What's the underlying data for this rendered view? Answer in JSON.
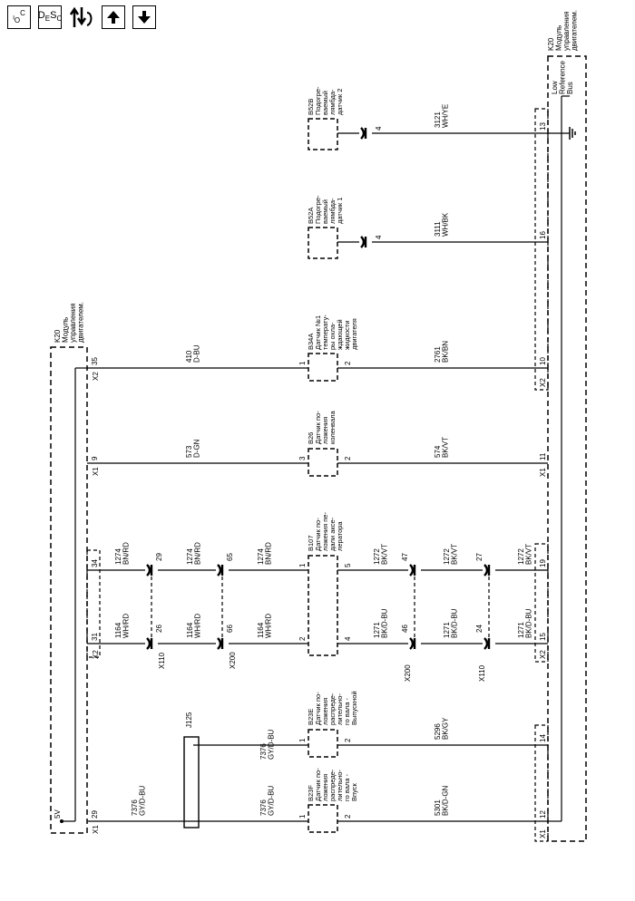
{
  "toolbar": {
    "loc_label": "LOC",
    "desc_label": "DESC",
    "icons": [
      "location-icon",
      "description-icon",
      "swap-arrows-icon",
      "up-arrow-icon",
      "down-arrow-icon"
    ]
  },
  "modules": {
    "left": {
      "id": "K20",
      "name": [
        "Модуль",
        "управления",
        "двигателем."
      ],
      "supply": "5V"
    },
    "right": {
      "id": "K20",
      "name": [
        "Модуль",
        "управления",
        "двигателем."
      ],
      "ground_label": [
        "Low",
        "Reference",
        "Bus"
      ]
    }
  },
  "connectors": {
    "x1": "X1",
    "x2": "X2",
    "x110": "X110",
    "x200": "X200",
    "j125": "J125"
  },
  "left_pins": [
    "29",
    "31",
    "34",
    "9",
    "35"
  ],
  "right_pins": [
    "12",
    "14",
    "15",
    "19",
    "11",
    "10",
    "16",
    "13"
  ],
  "sensors": {
    "b23f": [
      "B23F",
      "Датчик по-",
      "ложения",
      "распреде-",
      "лительно-",
      "го вала -",
      "Впуск"
    ],
    "b23e": [
      "B23E",
      "Датчик по-",
      "ложения",
      "распреде-",
      "лительно-",
      "го вала -",
      "Выпускной"
    ],
    "b107": [
      "B107",
      "Датчик по-",
      "ложения пе-",
      "дали аксе-",
      "лератора"
    ],
    "b26": [
      "B26",
      "Датчик по-",
      "ложения",
      "коленвала"
    ],
    "b34a": [
      "B34A",
      "Датчик №1",
      "температу-",
      "ры охла-",
      "ждающей",
      "жидкости",
      "двигателя"
    ],
    "b52a": [
      "B52A",
      "Подогре-",
      "ваемый",
      "лямбда-",
      "датчик 1"
    ],
    "b52b": [
      "B52B",
      "Подогре-",
      "ваемый",
      "лямбда-",
      "датчик 2"
    ]
  },
  "sensor_pins": {
    "b23f_in": "1",
    "b23f_out": "2",
    "b23e_in": "1",
    "b23e_out": "2",
    "b107_a": "2",
    "b107_b": "1",
    "b107_c": "4",
    "b107_d": "5",
    "b26_in": "3",
    "b26_out": "2",
    "b34a_in": "1",
    "b34a_out": "2",
    "b52a": "4",
    "b52b": "4"
  },
  "inline_pins": {
    "x110_upper_a": "26",
    "x110_upper_b": "29",
    "x200_upper_a": "66",
    "x200_upper_b": "65",
    "x200_lower_a": "46",
    "x200_lower_b": "47",
    "x110_lower_a": "24",
    "x110_lower_b": "27"
  },
  "wires": {
    "w7376_a": [
      "7376",
      "GY/D-BU"
    ],
    "w7376_b": [
      "7376",
      "GY/D-BU"
    ],
    "w7376_c": [
      "7376",
      "GY/D-BU"
    ],
    "w1164_a": [
      "1164",
      "WH/RD"
    ],
    "w1164_b": [
      "1164",
      "WH/RD"
    ],
    "w1164_c": [
      "1164",
      "WH/RD"
    ],
    "w1274_a": [
      "1274",
      "BN/RD"
    ],
    "w1274_b": [
      "1274",
      "BN/RD"
    ],
    "w1274_c": [
      "1274",
      "BN/RD"
    ],
    "w573": [
      "573",
      "D-GN"
    ],
    "w410": [
      "410",
      "D-BU"
    ],
    "w5301": [
      "5301",
      "BK/D-GN"
    ],
    "w5296": [
      "5296",
      "BK/GY"
    ],
    "w1271_a": [
      "1271",
      "BK/D-BU"
    ],
    "w1271_b": [
      "1271",
      "BK/D-BU"
    ],
    "w1271_c": [
      "1271",
      "BK/D-BU"
    ],
    "w1272_a": [
      "1272",
      "BK/VT"
    ],
    "w1272_b": [
      "1272",
      "BK/VT"
    ],
    "w1272_c": [
      "1272",
      "BK/VT"
    ],
    "w574": [
      "574",
      "BK/VT"
    ],
    "w2761": [
      "2761",
      "BK/BN"
    ],
    "w3111": [
      "3111",
      "WH/BK"
    ],
    "w3121": [
      "3121",
      "WH/YE"
    ]
  }
}
